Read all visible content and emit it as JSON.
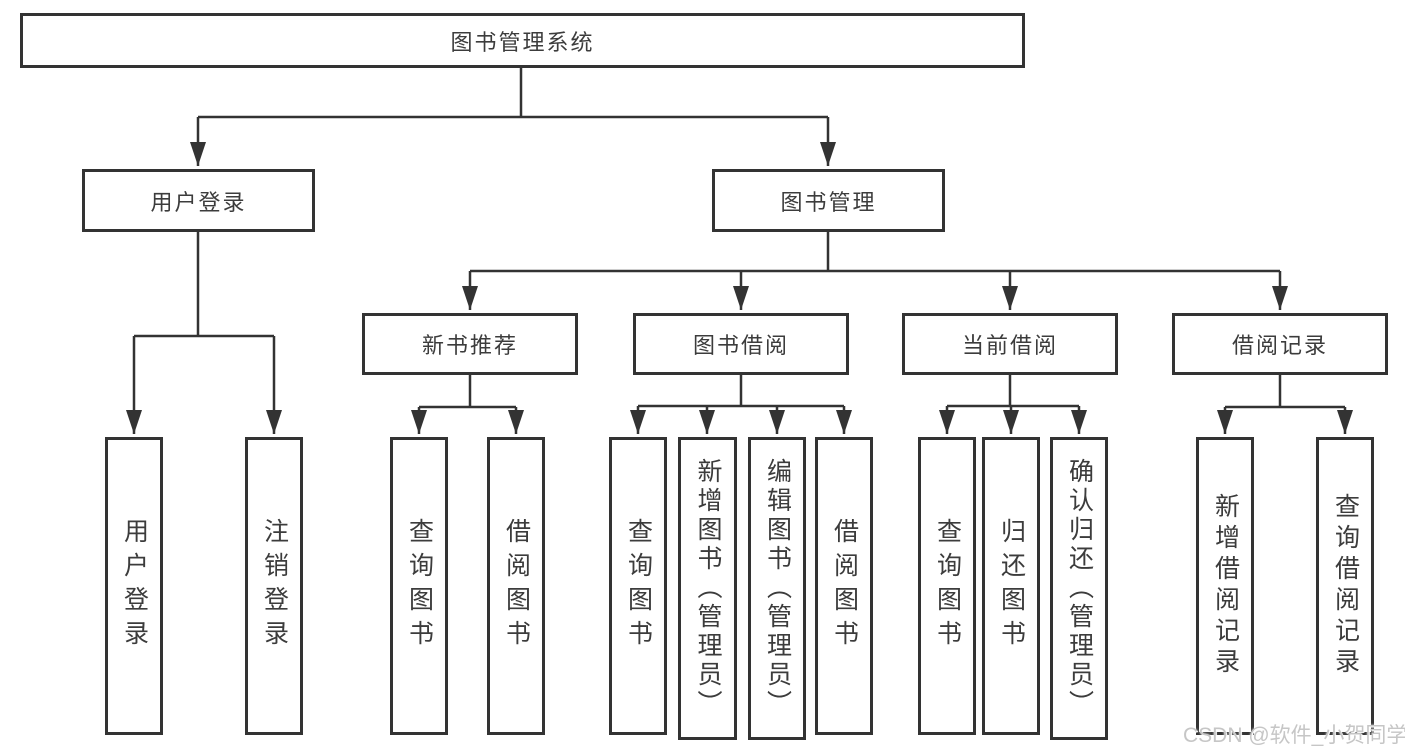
{
  "tree": {
    "label": "图书管理系统",
    "children": [
      {
        "label": "用户登录",
        "children": [
          {
            "label": "用户登录"
          },
          {
            "label": "注销登录"
          }
        ]
      },
      {
        "label": "图书管理",
        "children": [
          {
            "label": "新书推荐",
            "children": [
              {
                "label": "查询图书"
              },
              {
                "label": "借阅图书"
              }
            ]
          },
          {
            "label": "图书借阅",
            "children": [
              {
                "label": "查询图书"
              },
              {
                "label": "新增图书（管理员）"
              },
              {
                "label": "编辑图书（管理员）"
              },
              {
                "label": "借阅图书"
              }
            ]
          },
          {
            "label": "当前借阅",
            "children": [
              {
                "label": "查询图书"
              },
              {
                "label": "归还图书"
              },
              {
                "label": "确认归还（管理员）"
              }
            ]
          },
          {
            "label": "借阅记录",
            "children": [
              {
                "label": "新增借阅记录"
              },
              {
                "label": "查询借阅记录"
              }
            ]
          }
        ]
      }
    ]
  },
  "watermark": {
    "text": "CSDN @软件_小贺同学"
  },
  "colors": {
    "line": "#333333",
    "box_border": "#333333",
    "text": "#3c3c3c",
    "watermark": "#c6c6c6",
    "background": "#ffffff"
  }
}
